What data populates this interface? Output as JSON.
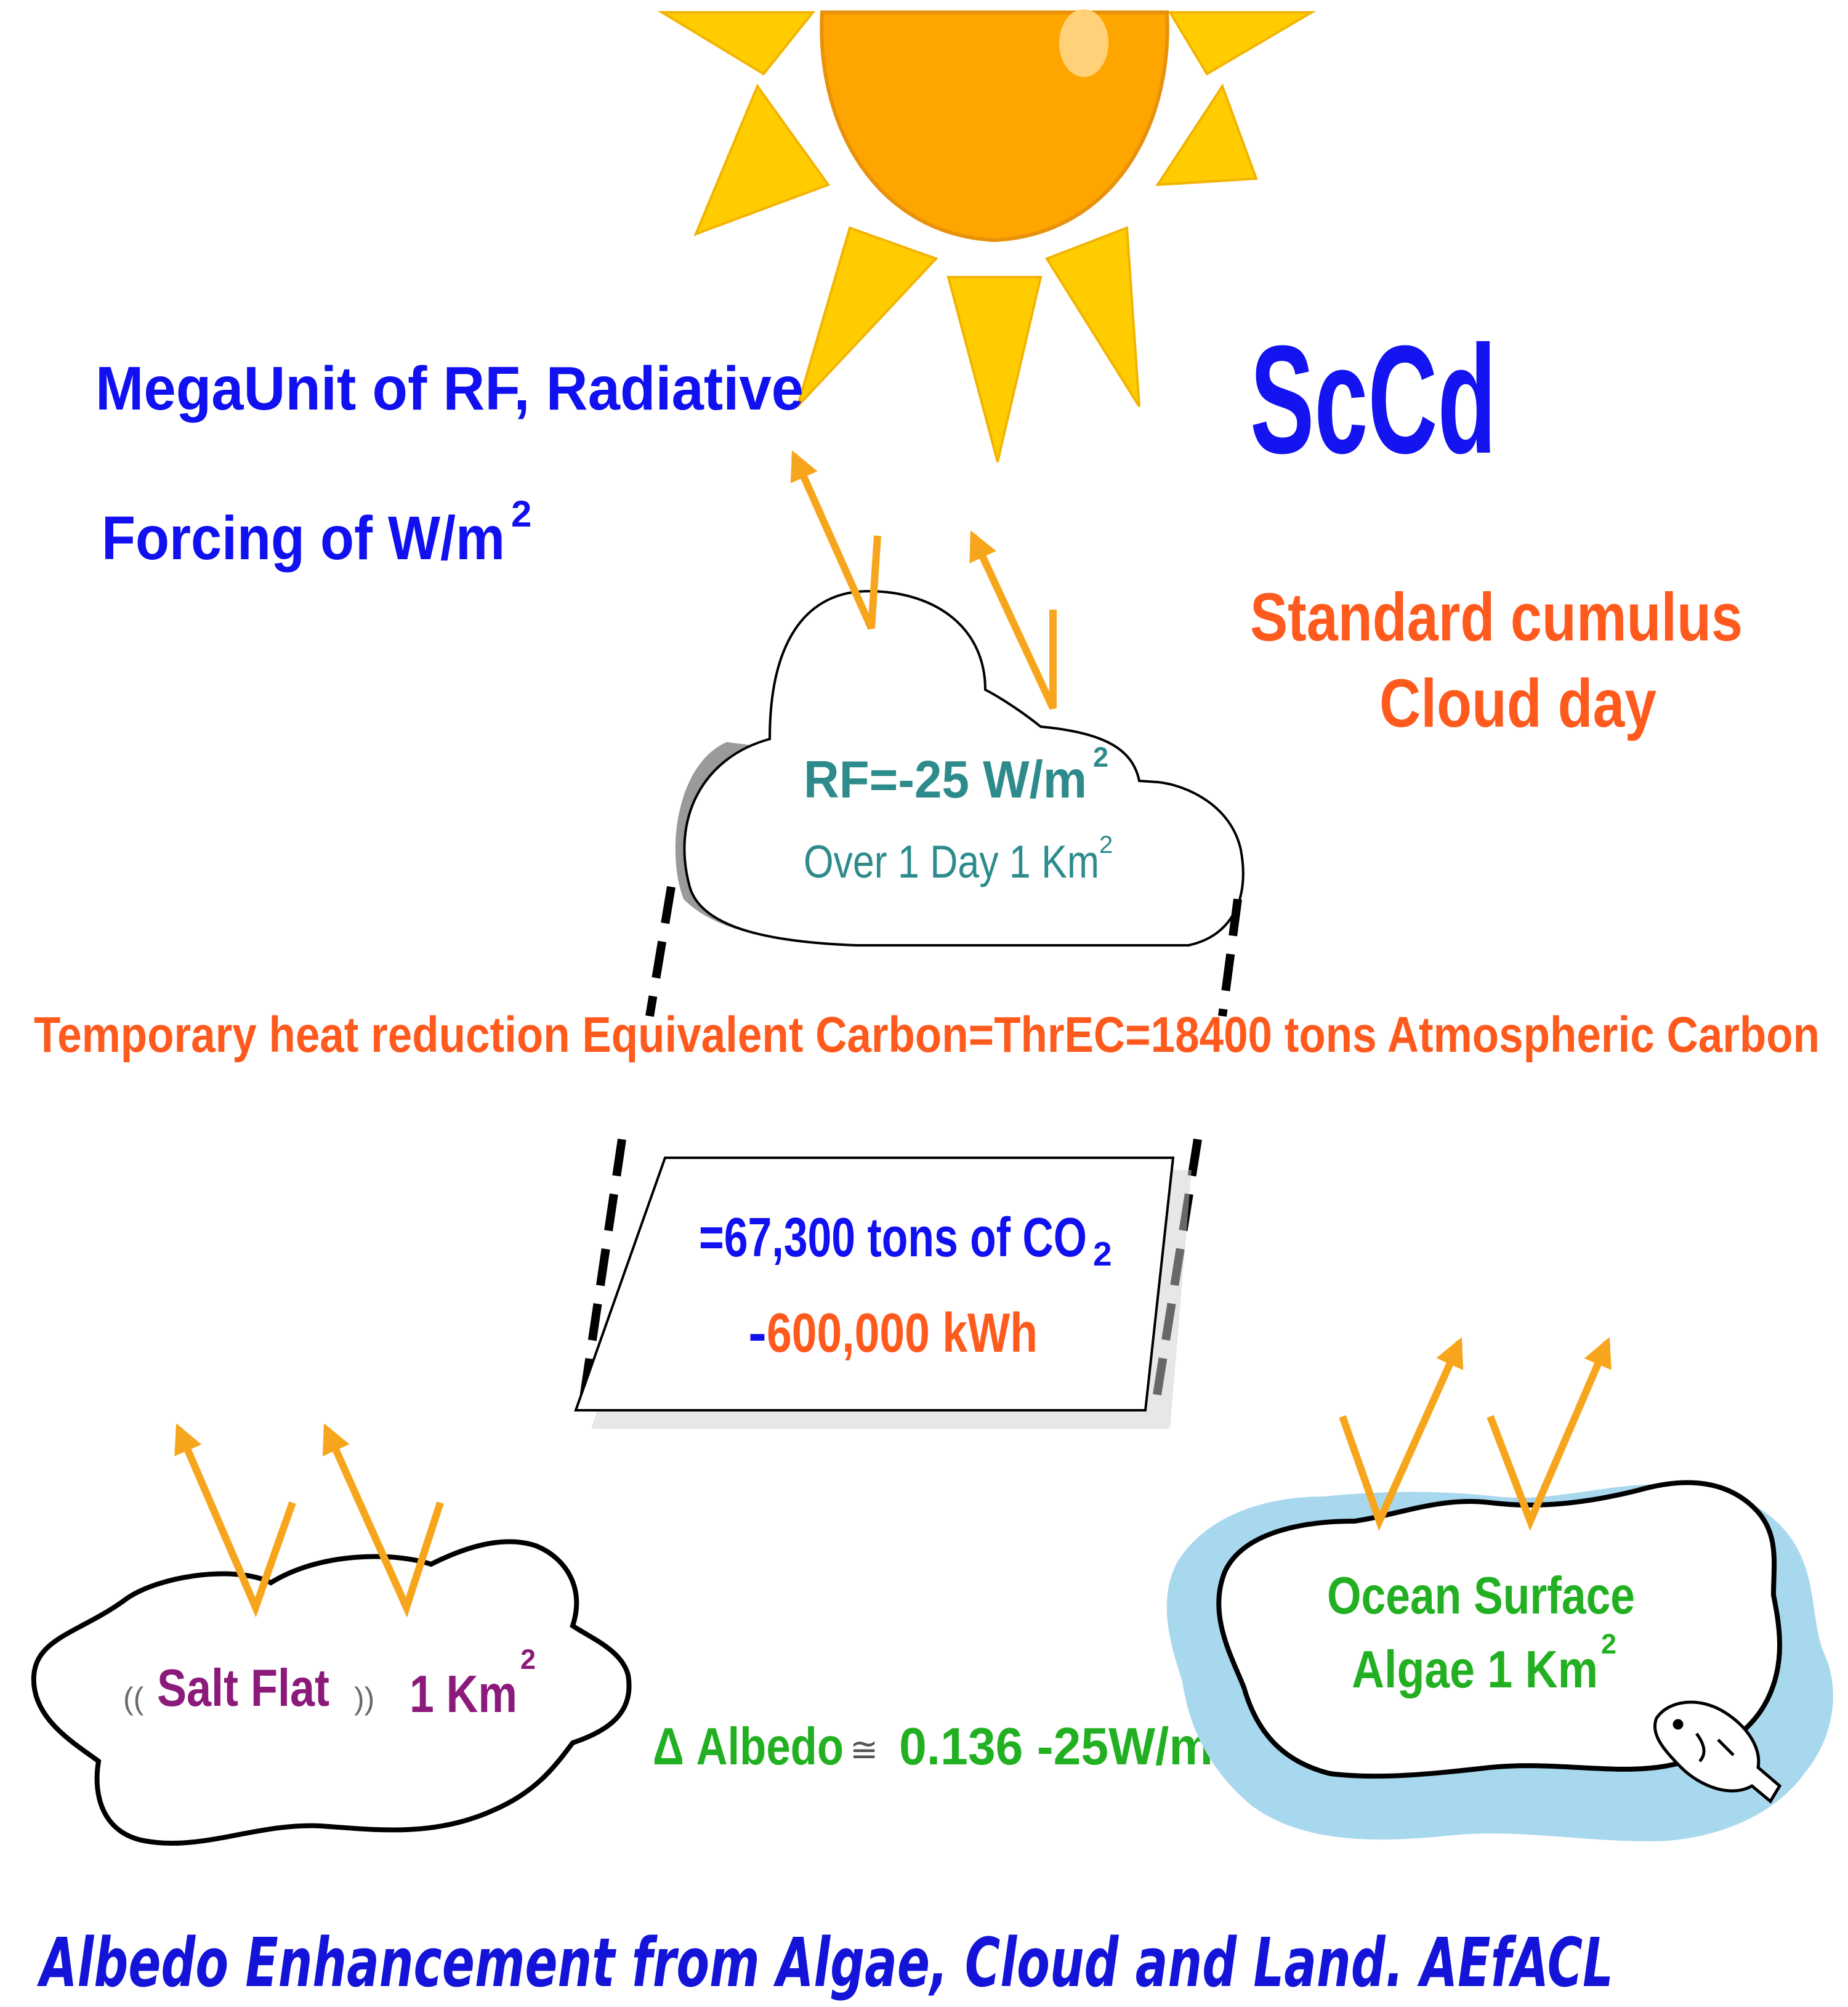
{
  "colors": {
    "sun": "#FFA500",
    "sun_highlight": "#FFD27A",
    "ray": "#FFCC00",
    "arrow": "#F7A51C",
    "blue_text": "#1010F0",
    "orange_text": "#FF5A1E",
    "teal_text": "#2E8B8B",
    "green_text": "#22B022",
    "purple_text": "#8B1A7A",
    "dark_blue_text": "#1414D8",
    "water": "#A8D8EE",
    "cloud_shadow": "#9A9A9A"
  },
  "icons": {
    "sun": "sun-icon",
    "fish": "fish-icon"
  },
  "heading": {
    "megaunit_line1": "MegaUnit of RF, Radiative",
    "megaunit_line2": "Forcing of W/m",
    "megaunit_sup": "2",
    "acronym": "ScCd",
    "subtitle_line1": "Standard cumulus",
    "subtitle_line2": "Cloud day"
  },
  "cloud": {
    "rf_text": "RF=-25 W/m",
    "rf_sup": "2",
    "over_text": "Over 1 Day 1 Km",
    "over_sup": "2"
  },
  "carbon_line": "Temporary heat reduction Equivalent Carbon=ThrEC=18400 tons Atmospheric Carbon",
  "box": {
    "co2_text": "=67,300 tons of CO",
    "co2_sub": "2",
    "energy_dash": "-",
    "energy_text": "600,000 kWh"
  },
  "salt_flat": {
    "paren_open": "((",
    "label": "Salt Flat",
    "paren_close": "))",
    "area": "1 Km",
    "area_sup": "2"
  },
  "albedo": {
    "text": "Δ Albedo",
    "approx": "≅",
    "value": "0.136  -25W/m"
  },
  "ocean": {
    "line1": "Ocean Surface",
    "line2": "Algae 1 Km",
    "line2_sup": "2"
  },
  "footer": "Albedo Enhancement from Algae, Cloud and Land. AEfACL"
}
